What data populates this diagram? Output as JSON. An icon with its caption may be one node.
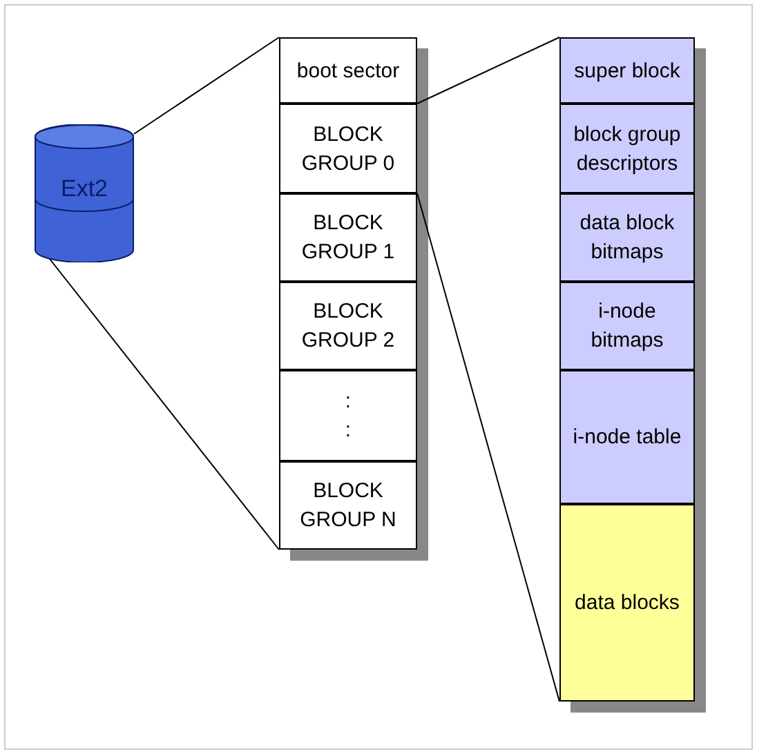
{
  "diagram": {
    "nodes": [
      {
        "text": [
          "Ext2"
        ]
      },
      {
        "text": [
          "boot sector"
        ]
      },
      {
        "text": [
          "BLOCK GROUP 0"
        ]
      },
      {
        "text": [
          "BLOCK GROUP 1"
        ]
      },
      {
        "text": [
          "BLOCK GROUP 2"
        ]
      },
      {
        "text": [
          ": :"
        ]
      },
      {
        "text": [
          "BLOCK GROUP N"
        ]
      },
      {
        "text": [
          "super block"
        ]
      },
      {
        "text": [
          "block group descriptors"
        ]
      },
      {
        "text": [
          "data block bitmaps"
        ]
      },
      {
        "text": [
          "i-node bitmaps"
        ]
      },
      {
        "text": [
          "i-node table"
        ]
      },
      {
        "text": [
          "data blocks"
        ]
      }
    ],
    "edges": [
      {
        "from": 0,
        "to": 1,
        "arrow": "none"
      },
      {
        "from": 0,
        "to": 6,
        "arrow": "none"
      },
      {
        "from": 2,
        "to": 7,
        "arrow": "none"
      },
      {
        "from": 2,
        "to": 12,
        "arrow": "none"
      }
    ]
  }
}
